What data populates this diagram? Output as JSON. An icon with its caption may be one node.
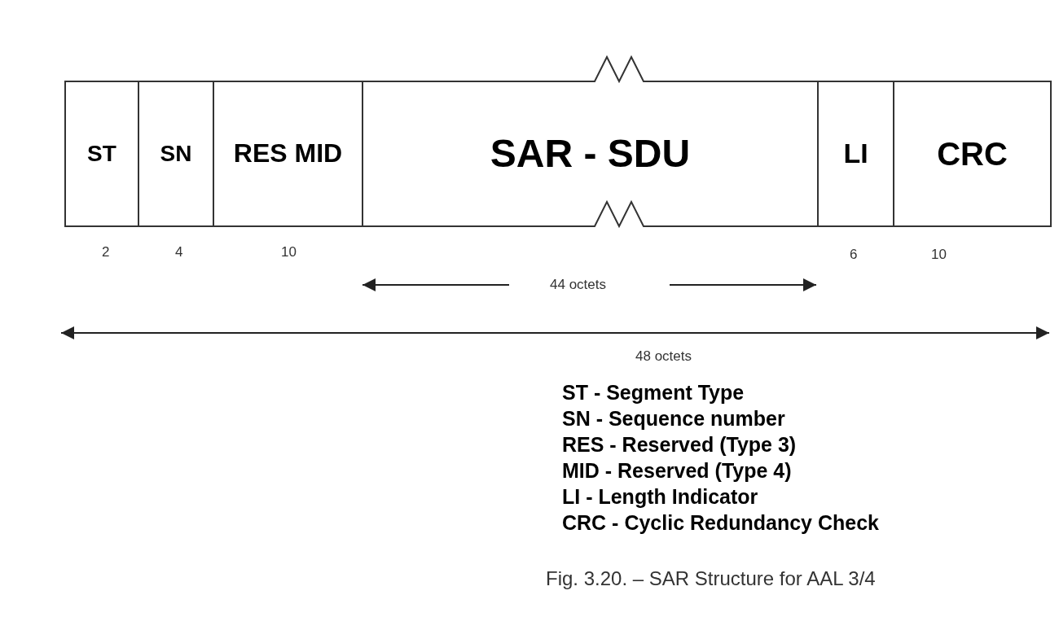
{
  "diagram": {
    "caption": "Fig. 3.20. – SAR Structure for AAL 3/4",
    "nodes": [
      {
        "text": [
          "ST"
        ]
      },
      {
        "text": [
          "SN"
        ]
      },
      {
        "text": [
          "RES MID"
        ]
      },
      {
        "text": [
          "SAR - SDU"
        ]
      },
      {
        "text": [
          "LI"
        ]
      },
      {
        "text": [
          "CRC"
        ]
      }
    ],
    "labels": [
      "2",
      "4",
      "10",
      "6",
      "10",
      "44 octets",
      "48 octets",
      "ST - Segment Type",
      "SN - Sequence number",
      "RES - Reserved (Type 3)",
      "MID - Reserved (Type 4)",
      "LI - Length Indicator",
      "CRC - Cyclic Redundancy Check"
    ]
  }
}
